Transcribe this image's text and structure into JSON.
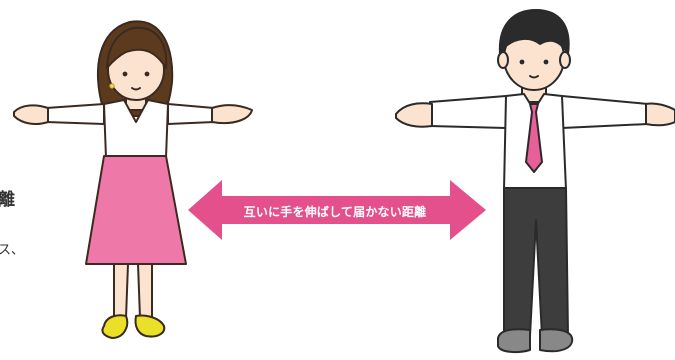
{
  "arrow_label": "互いに手を伸ばして届かない距離",
  "side_heading": "離",
  "side_body": "ス、",
  "colors": {
    "arrow": "#e4508b",
    "skirt": "#ee79a8",
    "necktie": "#e86098",
    "trousers": "#3d3d3d",
    "hair_woman": "#5c3a1e",
    "hair_man": "#2b2b2b",
    "skin": "#fbe3cf",
    "shoes_woman": "#e9e027",
    "shoes_man": "#888888"
  },
  "icons": [
    "woman-figure",
    "man-figure",
    "double-arrow"
  ]
}
